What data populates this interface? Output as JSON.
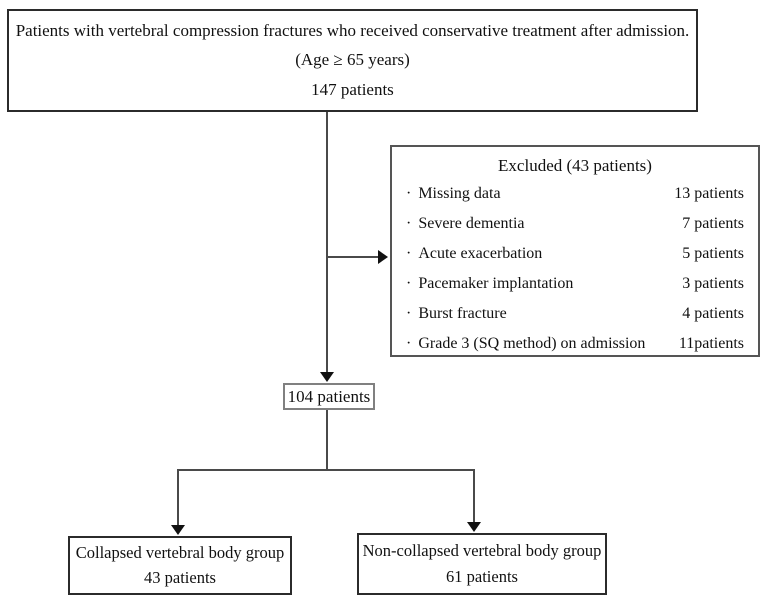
{
  "diagram": {
    "top_box": {
      "line1": "Patients with vertebral compression fractures who received conservative treatment after admission.",
      "line2": "(Age ≥ 65 years)",
      "line3": "147 patients"
    },
    "excluded_box": {
      "title": "Excluded (43 patients)",
      "bullet_char": "·",
      "items": [
        {
          "label": "Missing data",
          "value": "13 patients"
        },
        {
          "label": "Severe dementia",
          "value": "7 patients"
        },
        {
          "label": "Acute exacerbation",
          "value": "5 patients"
        },
        {
          "label": "Pacemaker implantation",
          "value": "3 patients"
        },
        {
          "label": "Burst fracture",
          "value": "4 patients"
        },
        {
          "label": "Grade 3 (SQ method) on admission",
          "value": "11patients"
        }
      ]
    },
    "mid_box": {
      "text": "104 patients"
    },
    "left_box": {
      "line1": "Collapsed vertebral body group",
      "line2": "43 patients"
    },
    "right_box": {
      "line1": "Non-collapsed vertebral body group",
      "line2": "61 patients"
    }
  },
  "colors": {
    "line": "#4a4a4a",
    "arrow": "#111111",
    "border-dark": "#2b2b2b",
    "border-mid": "#555555",
    "border-light": "#808080",
    "text": "#111111",
    "bg": "#ffffff"
  }
}
